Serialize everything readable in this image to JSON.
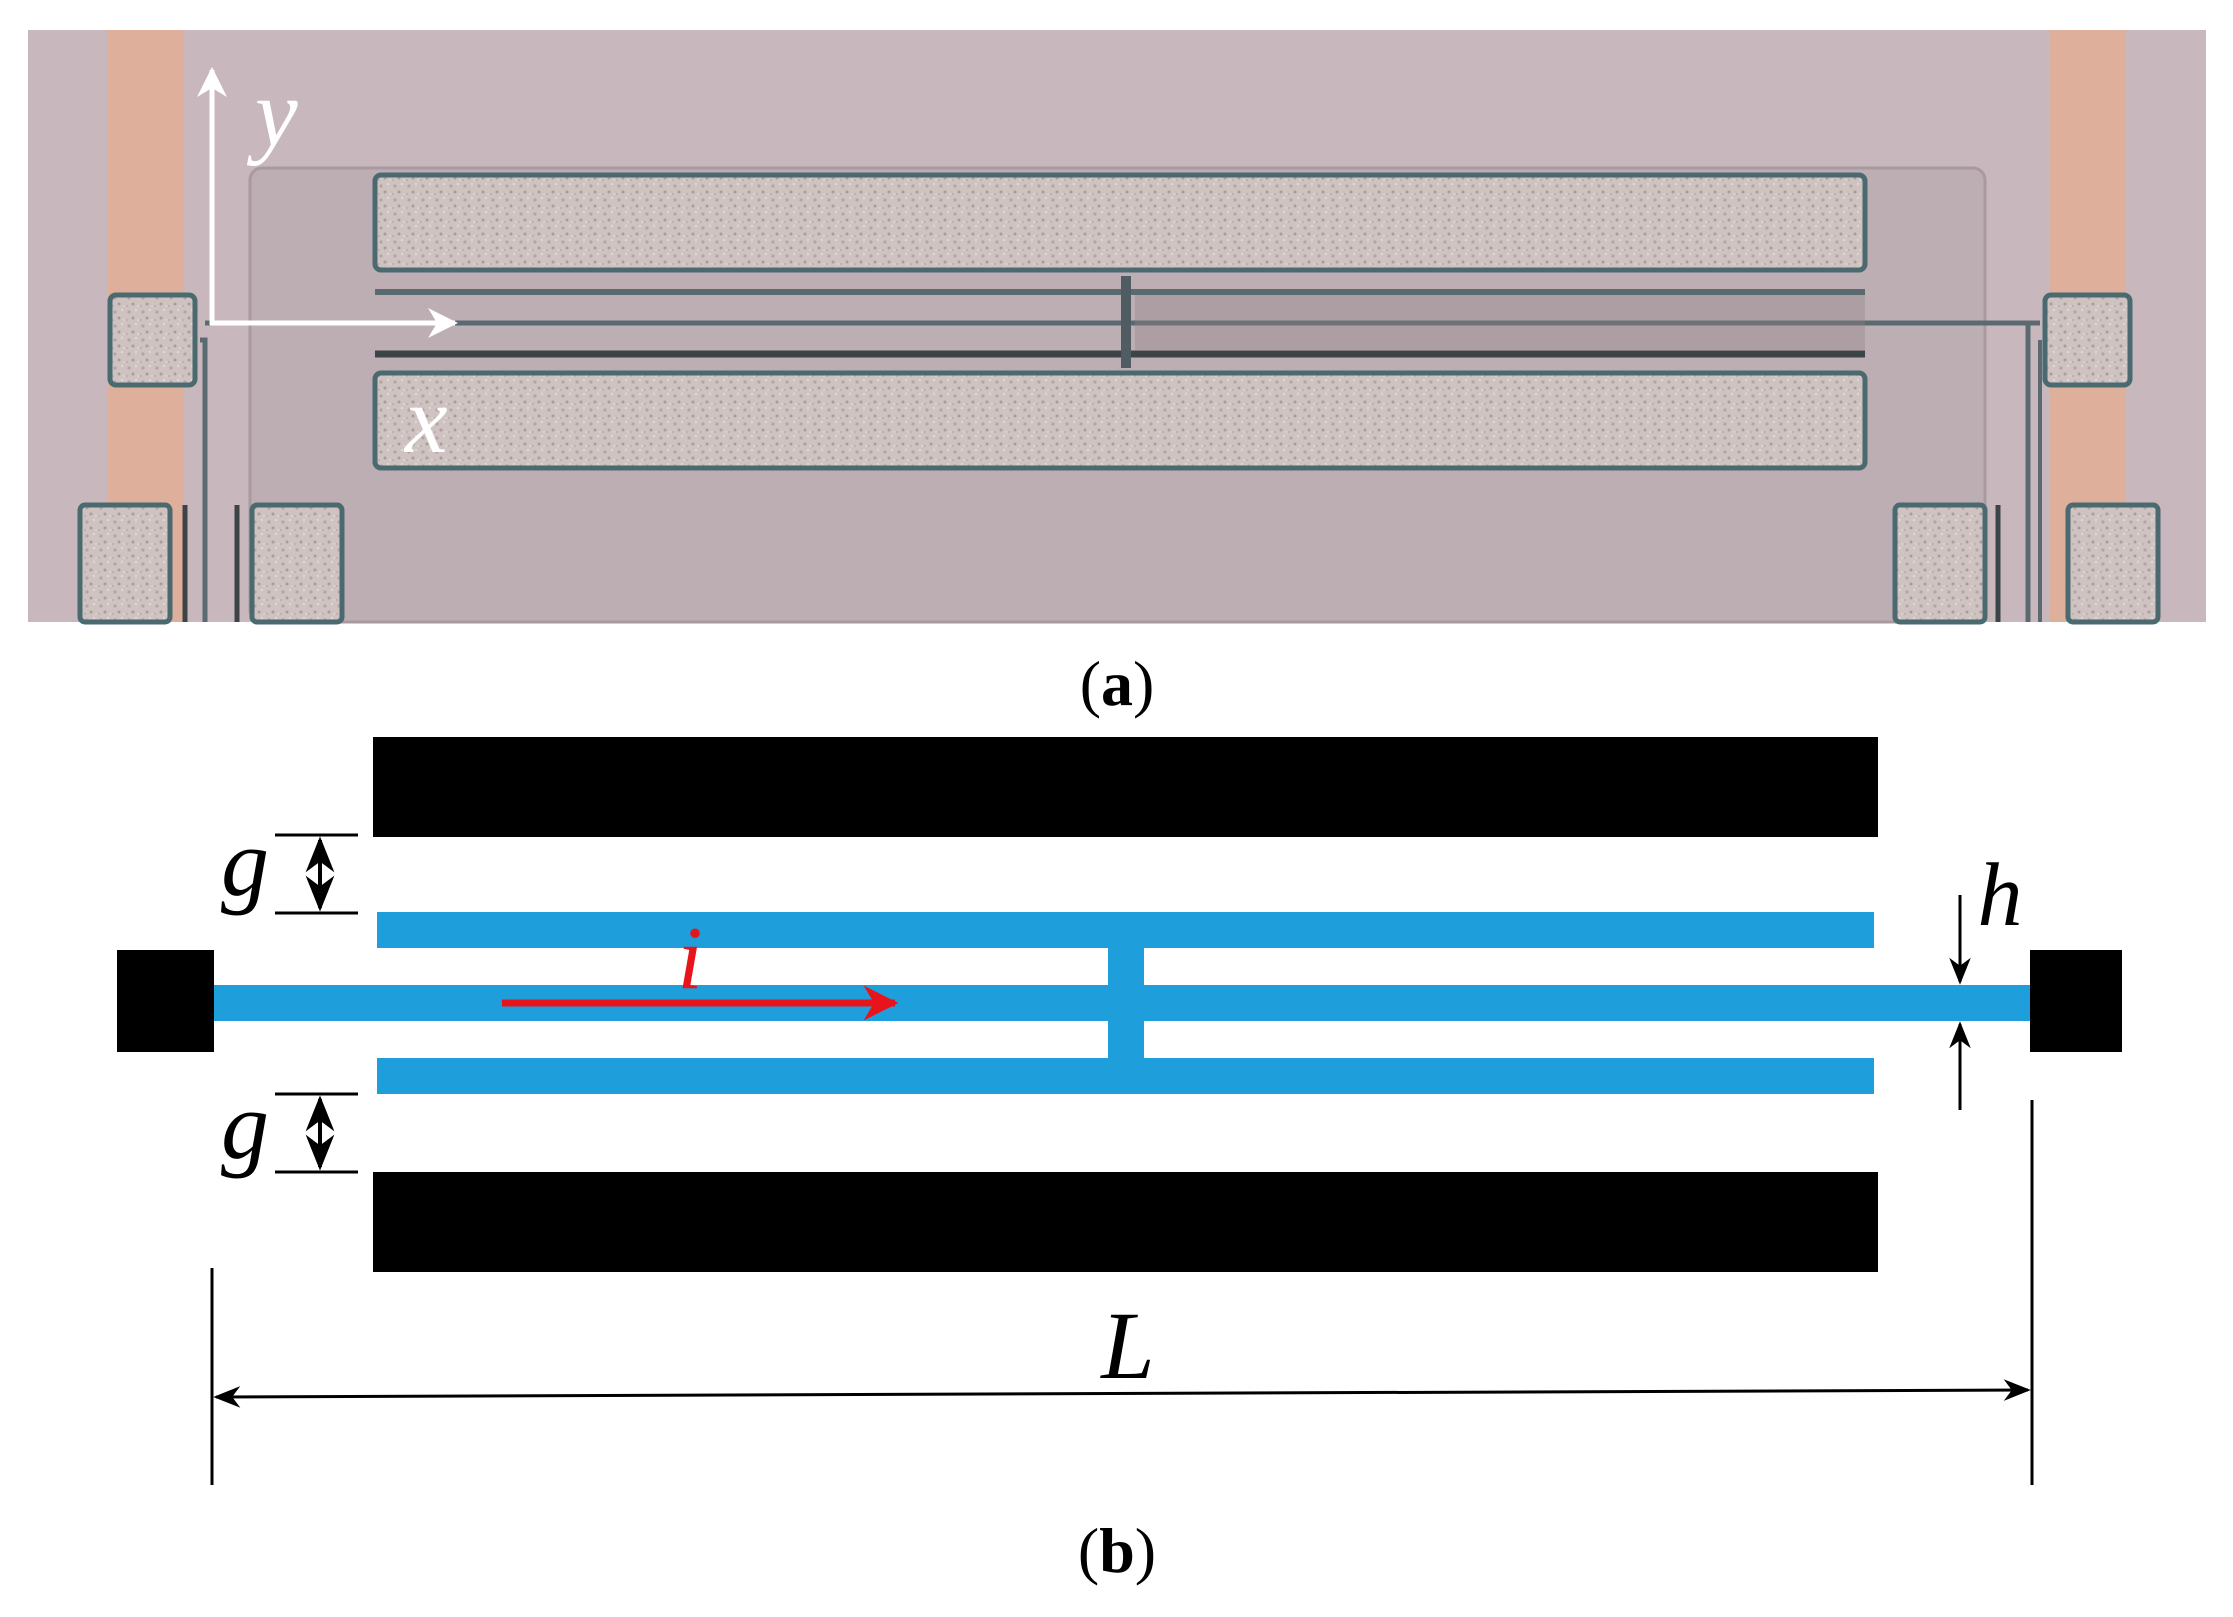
{
  "panel_a": {
    "caption_open": "(",
    "caption_letter": "a",
    "caption_close": ")",
    "axis_y_label": "y",
    "axis_x_label": "x",
    "colors": {
      "substrate": "#c3b3b9",
      "frame": "#b9aab0",
      "electrode": "#c8bcb8",
      "electrode_border": "#4a6a70",
      "trace_copper": "#e2ae96",
      "axis_arrow": "#ffffff"
    }
  },
  "panel_b": {
    "caption_open": "(",
    "caption_letter": "b",
    "caption_close": ")",
    "label_g_top": "g",
    "label_g_bottom": "g",
    "label_h": "h",
    "label_i": "i",
    "label_L": "L",
    "colors": {
      "electrode": "#000000",
      "beam": "#1e9fdc",
      "current_arrow": "#e8141c",
      "dimension": "#000000"
    }
  }
}
